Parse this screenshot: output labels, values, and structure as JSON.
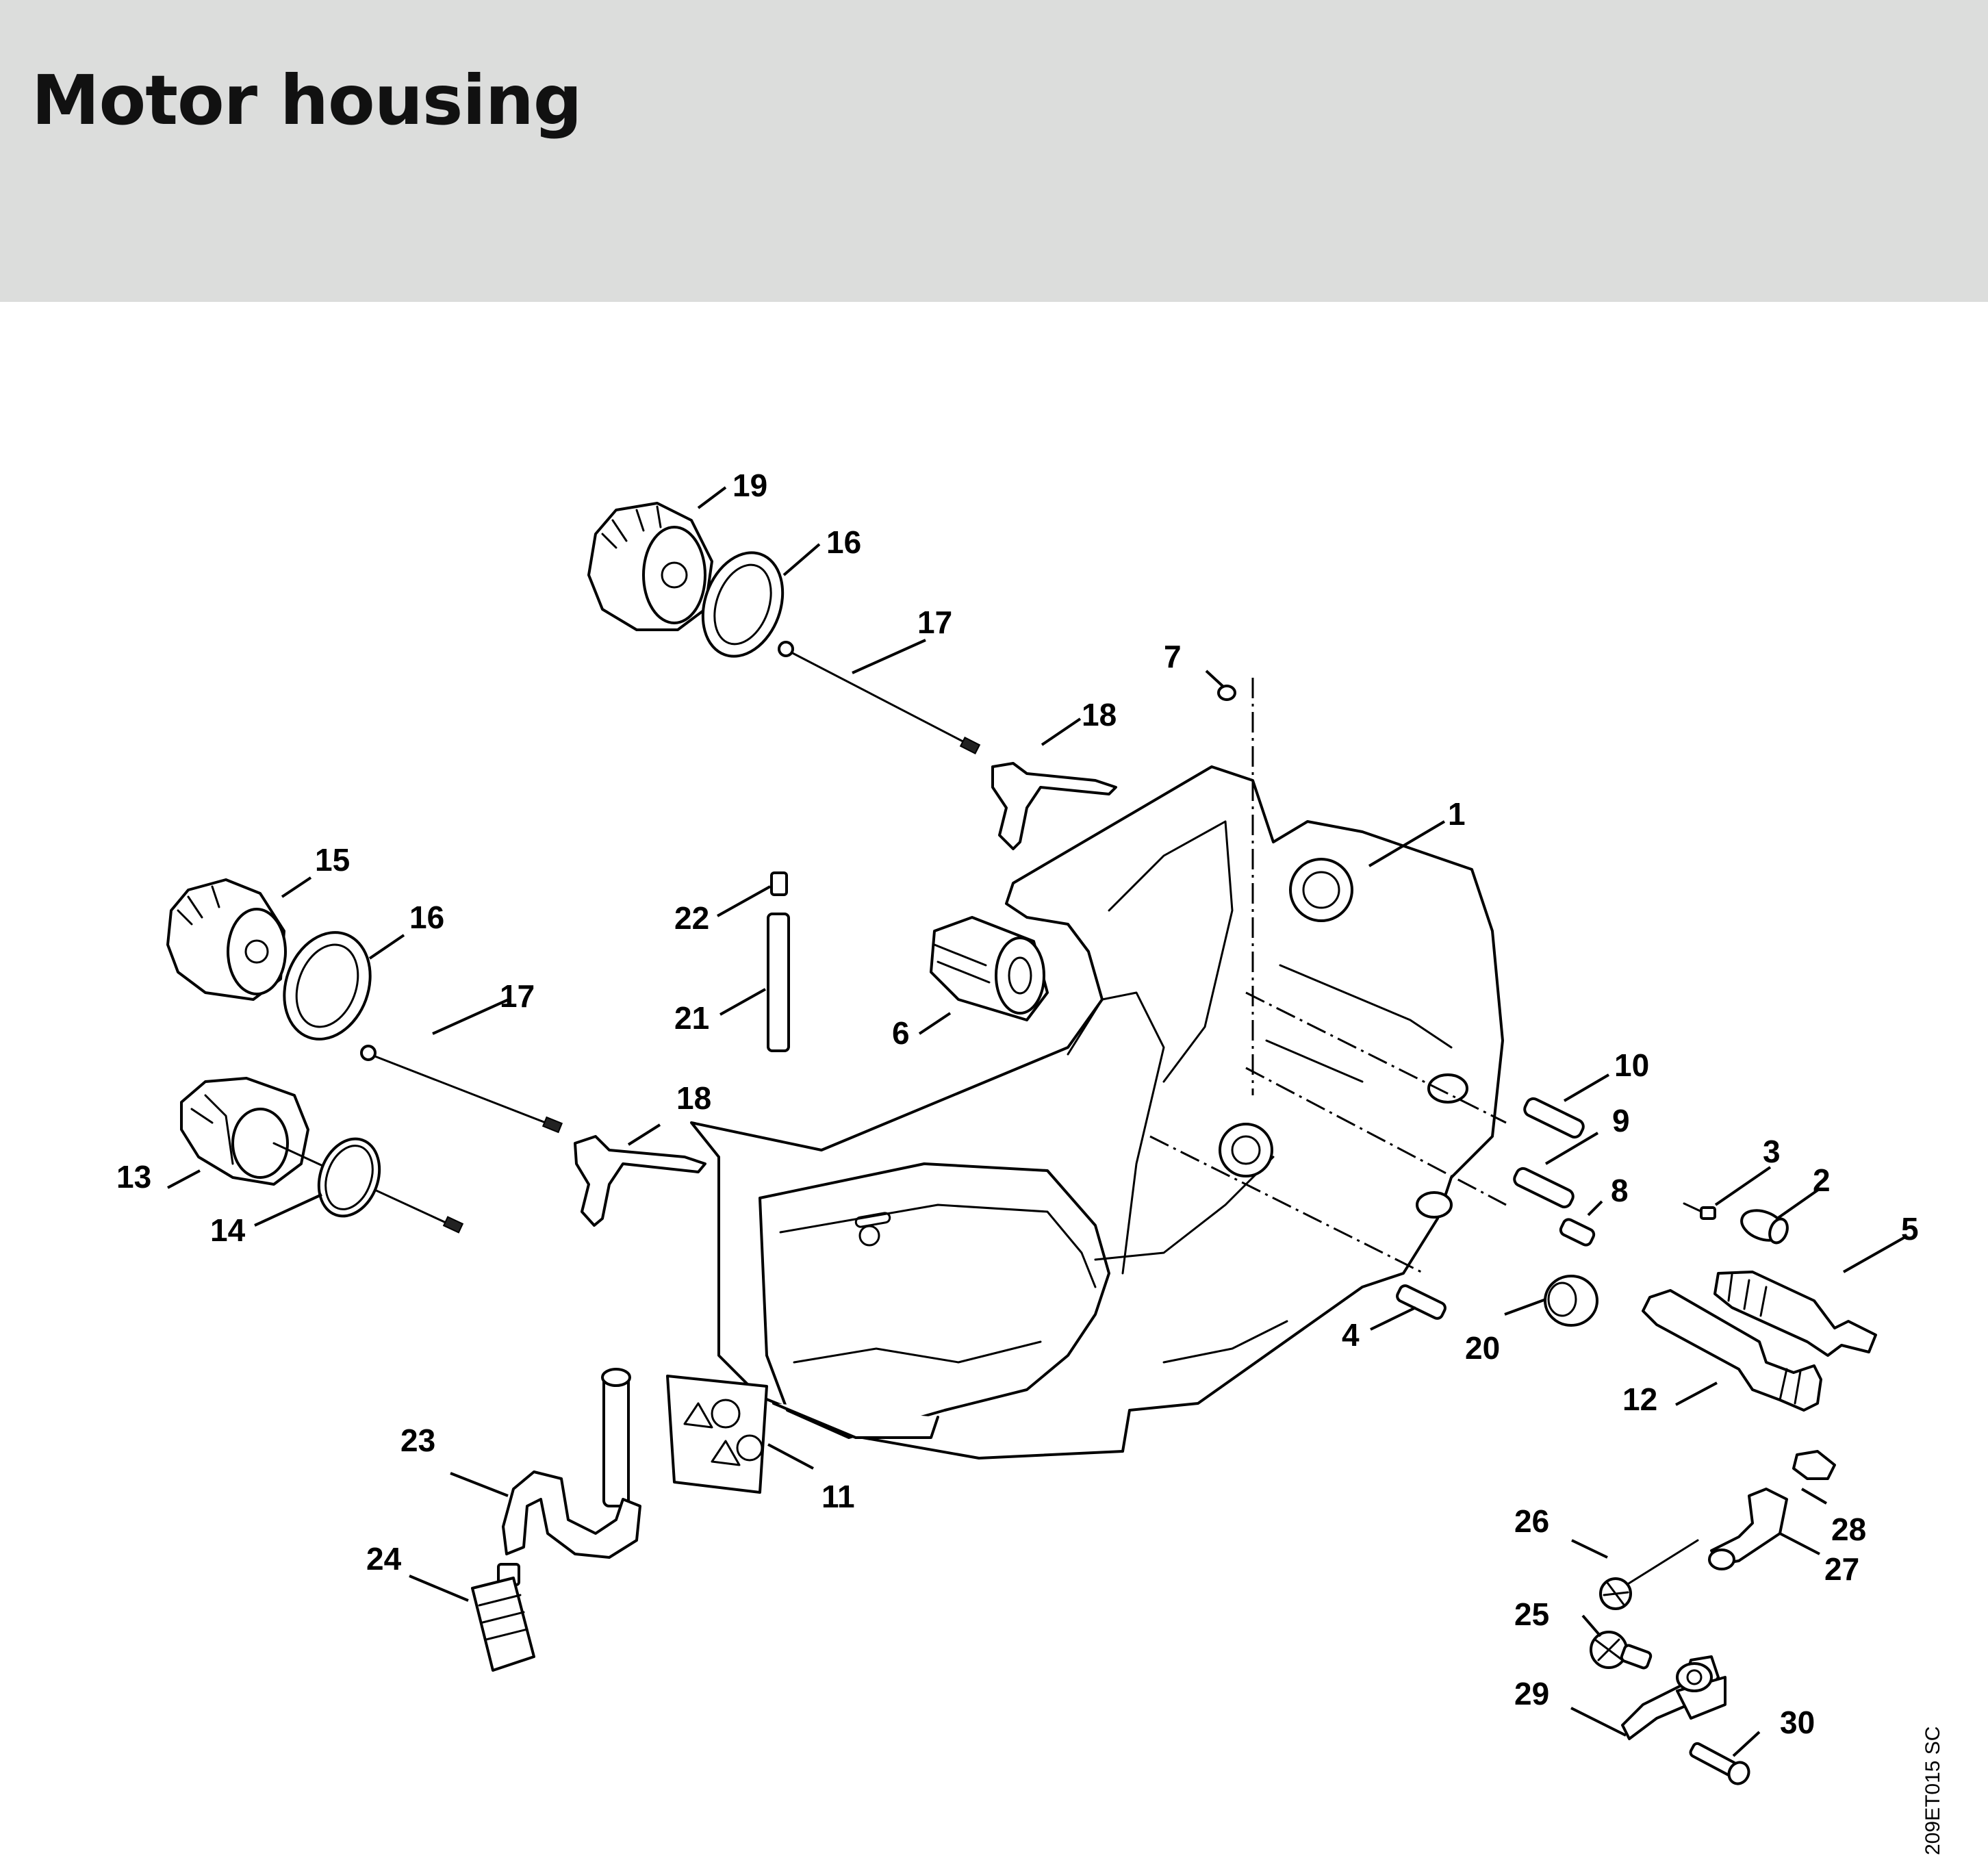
{
  "header": {
    "title": "Motor housing"
  },
  "diagram": {
    "callouts": {
      "c1": "1",
      "c2": "2",
      "c3": "3",
      "c4": "4",
      "c5": "5",
      "c6": "6",
      "c7": "7",
      "c8": "8",
      "c9": "9",
      "c10": "10",
      "c11": "11",
      "c12": "12",
      "c13": "13",
      "c14": "14",
      "c15": "15",
      "c16a": "16",
      "c16b": "16",
      "c17a": "17",
      "c17b": "17",
      "c18a": "18",
      "c18b": "18",
      "c19": "19",
      "c20": "20",
      "c21": "21",
      "c22": "22",
      "c23": "23",
      "c24": "24",
      "c25": "25",
      "c26": "26",
      "c27": "27",
      "c28": "28",
      "c29": "29",
      "c30": "30"
    },
    "drawing_code": "209ET015 SC"
  }
}
